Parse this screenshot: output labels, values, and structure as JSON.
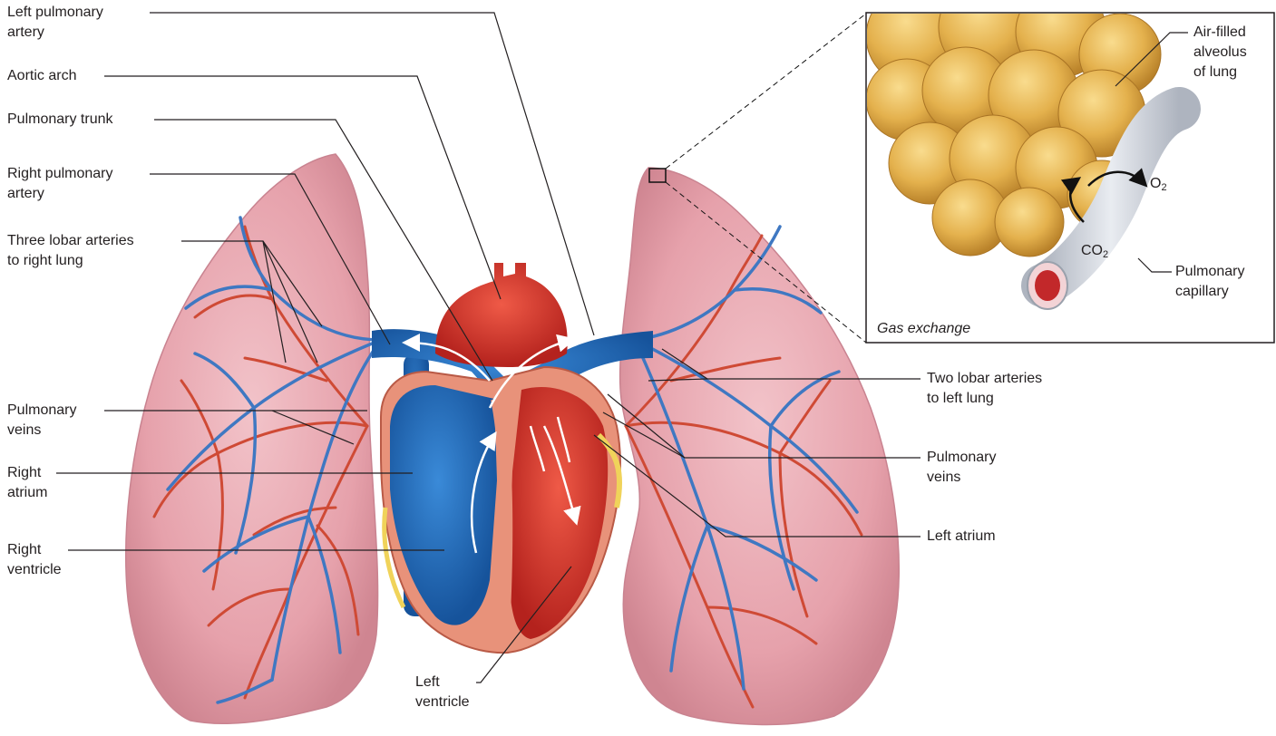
{
  "labels": {
    "left_pulmonary_artery": [
      "Left pulmonary",
      "artery"
    ],
    "aortic_arch": [
      "Aortic arch"
    ],
    "pulmonary_trunk": [
      "Pulmonary trunk"
    ],
    "right_pulmonary_artery": [
      "Right pulmonary",
      "artery"
    ],
    "three_lobar_arteries": [
      "Three lobar arteries",
      "to right lung"
    ],
    "pulmonary_veins_right": [
      "Pulmonary",
      "veins"
    ],
    "right_atrium": [
      "Right",
      "atrium"
    ],
    "right_ventricle": [
      "Right",
      "ventricle"
    ],
    "left_ventricle": [
      "Left",
      "ventricle"
    ],
    "two_lobar_arteries": [
      "Two lobar arteries",
      "to left lung"
    ],
    "pulmonary_veins_left": [
      "Pulmonary",
      "veins"
    ],
    "left_atrium": [
      "Left atrium"
    ],
    "air_filled_alveolus": [
      "Air-filled",
      "alveolus",
      "of lung"
    ],
    "pulmonary_capillary": [
      "Pulmonary",
      "capillary"
    ]
  },
  "inset": {
    "caption": "Gas exchange",
    "o2": {
      "base": "O",
      "sub": "2"
    },
    "co2": {
      "base": "CO",
      "sub": "2"
    }
  },
  "colors": {
    "lung_pink": "#e8a3ad",
    "artery_blue": "#3f78c2",
    "vein_red": "#d2432f",
    "heart_red": "#d6302a",
    "heart_blue": "#1f6fc0",
    "alveolus_gold": "#e3b450",
    "capillary_gray": "#cfd3da",
    "leader_line": "#231f20"
  }
}
